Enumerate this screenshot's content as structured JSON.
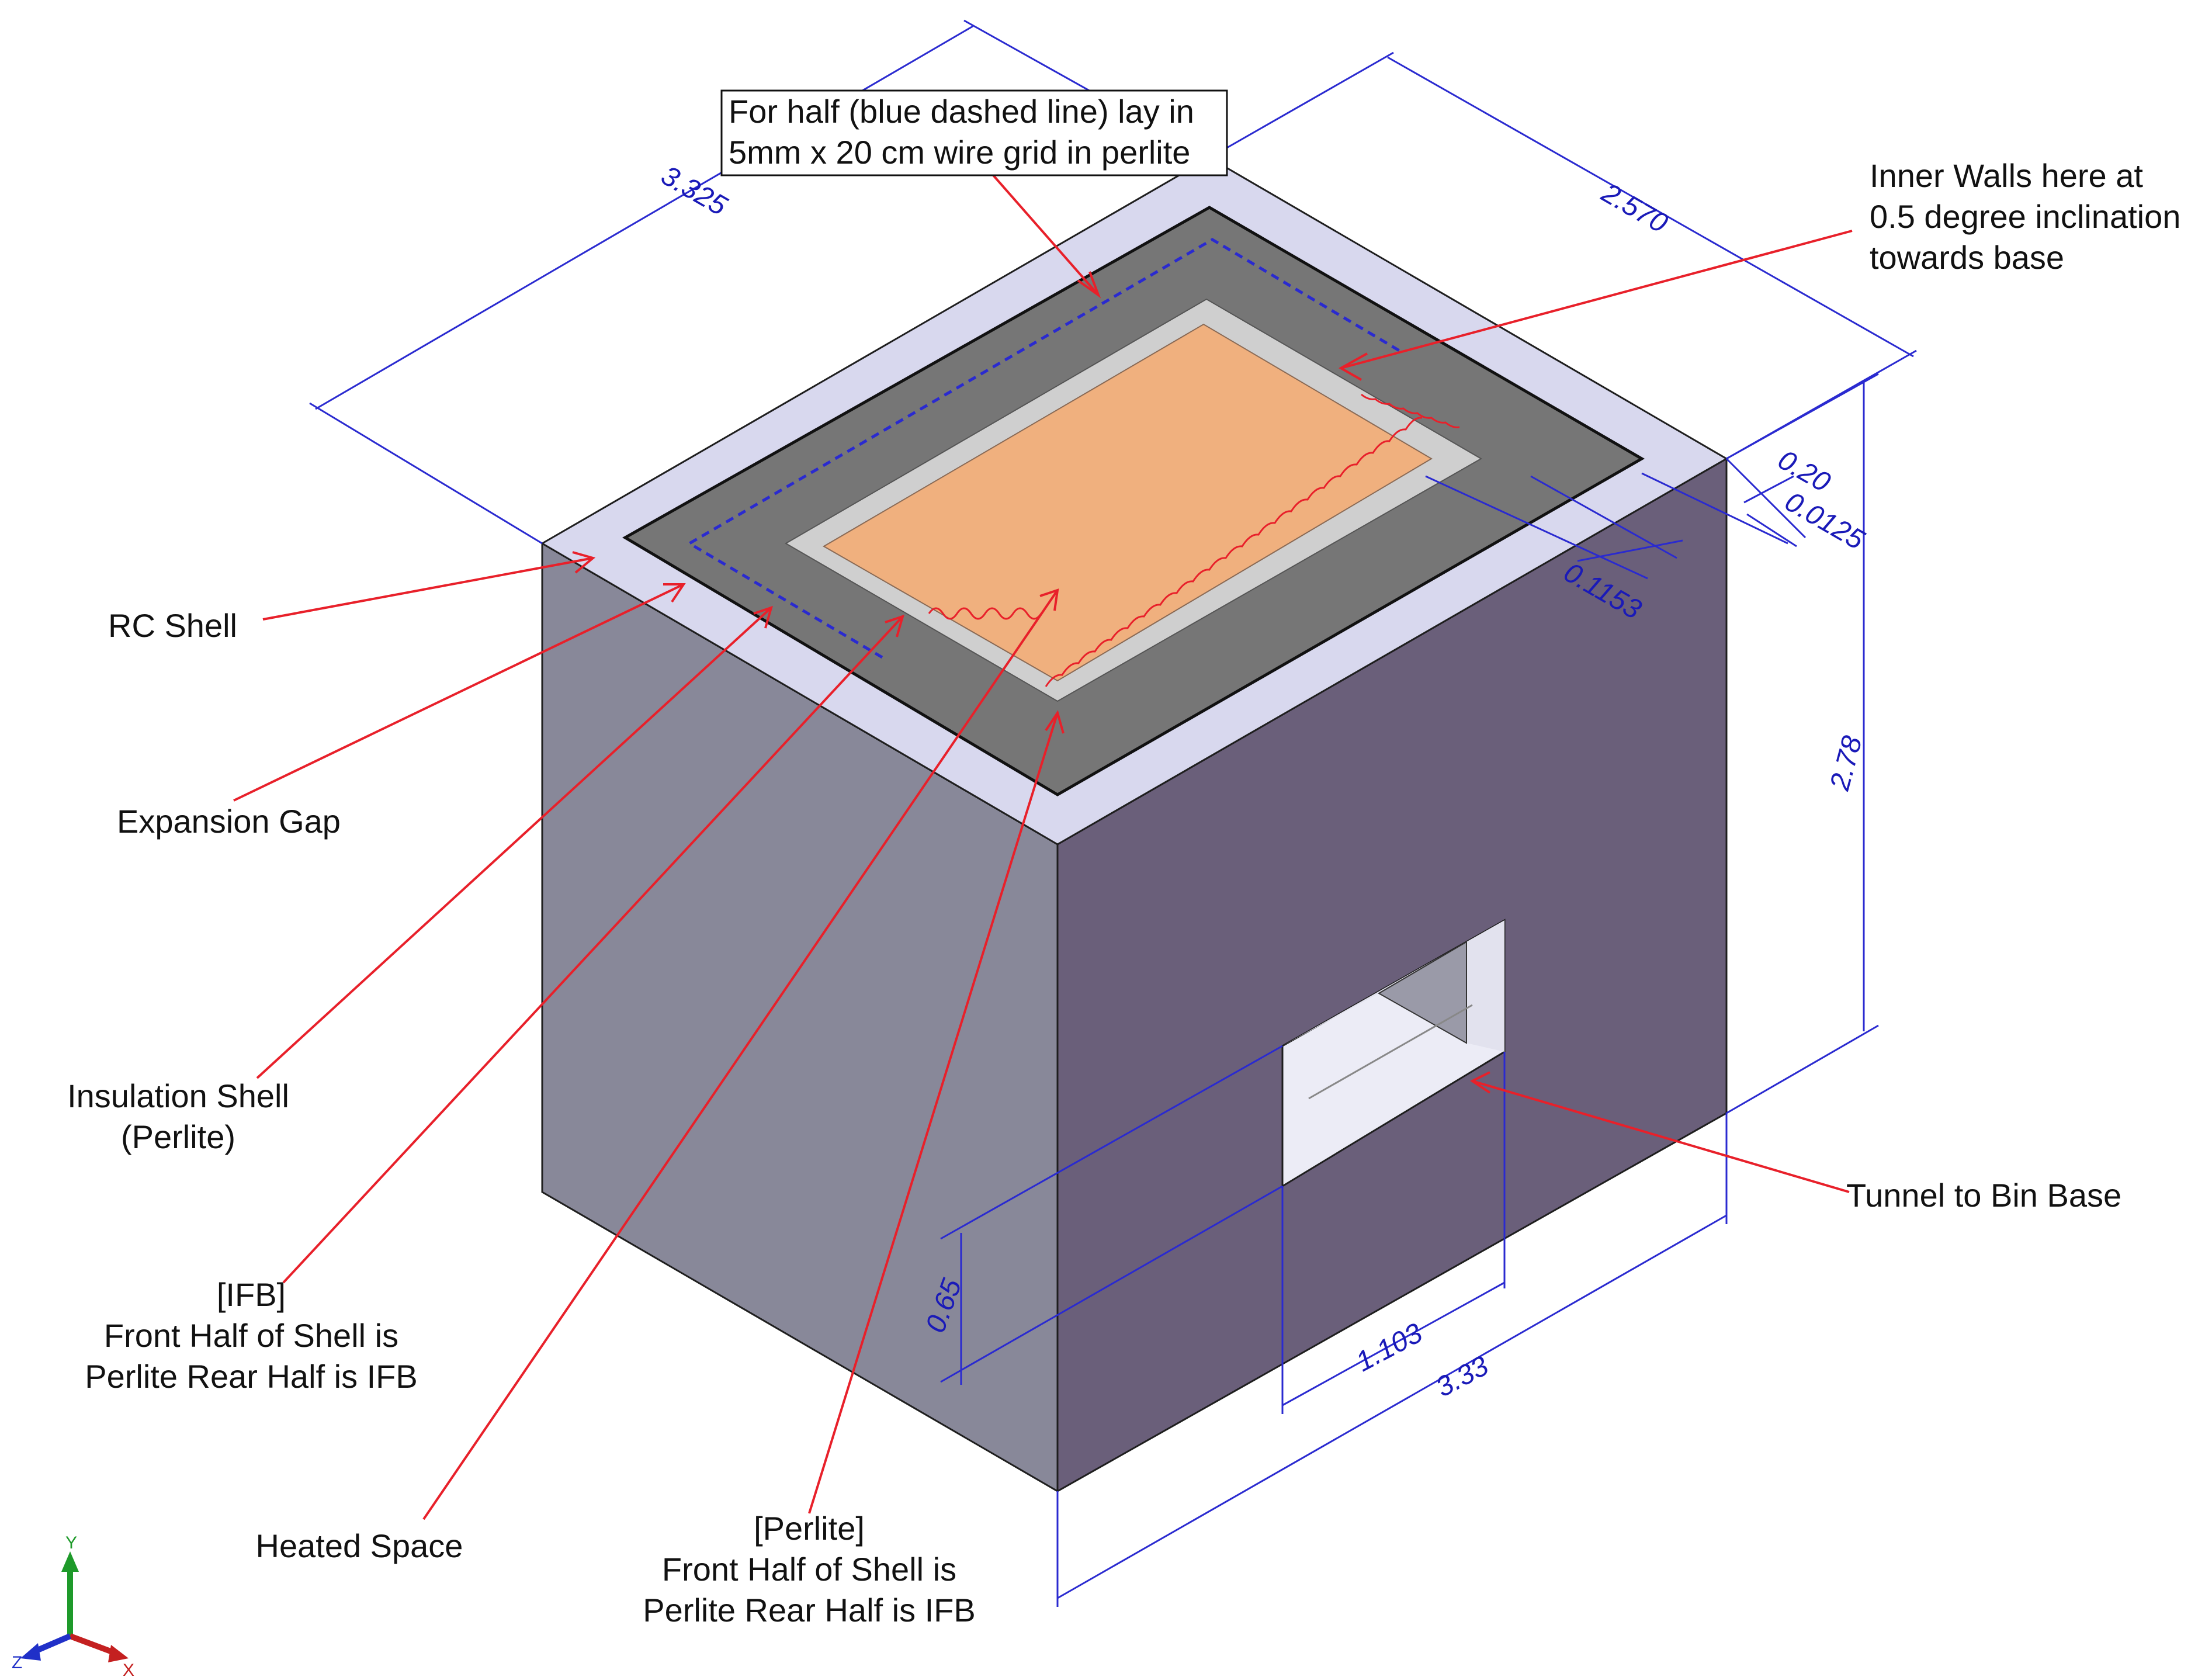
{
  "callouts": {
    "top_note": [
      "For half (blue dashed line) lay in",
      "5mm x 20 cm wire grid in perlite"
    ],
    "inner_walls": [
      "Inner Walls here at",
      "0.5 degree inclination",
      "towards base"
    ],
    "rc_shell": "RC Shell",
    "expansion_gap": "Expansion Gap",
    "insulation_shell": [
      "Insulation Shell",
      "(Perlite)"
    ],
    "ifb": [
      "[IFB]",
      "Front Half of Shell is",
      "Perlite Rear Half is IFB"
    ],
    "heated_space": "Heated Space",
    "perlite": [
      "[Perlite]",
      "Front Half of Shell is",
      "Perlite Rear Half is IFB"
    ],
    "tunnel": "Tunnel to Bin Base"
  },
  "dimensions": {
    "d_3325": "3.325",
    "d_2570": "2.570",
    "d_020": "0.20",
    "d_00125": "0.0125",
    "d_01153": "0.1153",
    "d_278": "2.78",
    "d_065": "0.65",
    "d_1103": "1.103",
    "d_333": "3.33"
  },
  "triad": {
    "x": "X",
    "y": "Y",
    "z": "Z"
  },
  "colors": {
    "front_face": "#6a5f7a",
    "left_face": "#888899",
    "top_face": "#d8d8ee",
    "insulation": "#757575",
    "ifb_band": "#cfcfcf",
    "heated_space": "#f0b07e",
    "dimension": "#2a2ad0",
    "leader": "#e8202a"
  }
}
